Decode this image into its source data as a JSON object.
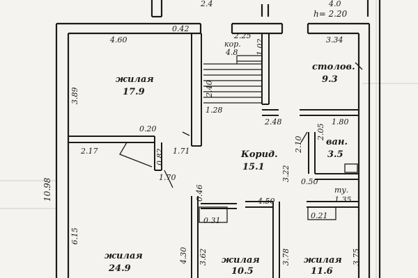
{
  "top_strip": {
    "left": "2.4",
    "right": "4.0"
  },
  "rooms": [
    {
      "name": "жилая",
      "area": "17.9"
    },
    {
      "name": "столов.",
      "area": "9.3"
    },
    {
      "name": "кор.",
      "area": "4.8"
    },
    {
      "name": "Корид.",
      "area": "15.1"
    },
    {
      "name": "ван.",
      "area": "3.5"
    },
    {
      "name": "ту.",
      "area": "1.35"
    },
    {
      "name": "жилая",
      "area": "24.9"
    },
    {
      "name": "жилая",
      "area": "10.5"
    },
    {
      "name": "жилая",
      "area": "11.6"
    }
  ],
  "height_label": "h= 2.20",
  "dims": {
    "d_4_60": "4.60",
    "d_0_42": "0.42",
    "d_2_25": "2.25",
    "d_1_02": "1.02",
    "d_3_34": "3.34",
    "d_3_89": "3.89",
    "d_2_40": "2.40",
    "d_1_28": "1.28",
    "d_2_48": "2.48",
    "d_1_80": "1.80",
    "d_0_20": "0.20",
    "d_2_17": "2.17",
    "d_0_82": "0.82",
    "d_1_71": "1.71",
    "d_2_05": "2.05",
    "d_2_10": "2.10",
    "d_10_98": "10.98",
    "d_1_70": "1.70",
    "d_0_46": "0.46",
    "d_3_22": "3.22",
    "d_0_50": "0.50",
    "d_4_50": "4.50",
    "d_0_31": "0.31",
    "d_0_21": "0.21",
    "d_6_15": "6.15",
    "d_4_30": "4.30",
    "d_3_62": "3.62",
    "d_3_78": "3.78",
    "d_3_75": "3.75"
  },
  "colors": {
    "ink": "#1a1a1a",
    "paper": "#f4f3ef",
    "faint": "#c9c9c4"
  }
}
